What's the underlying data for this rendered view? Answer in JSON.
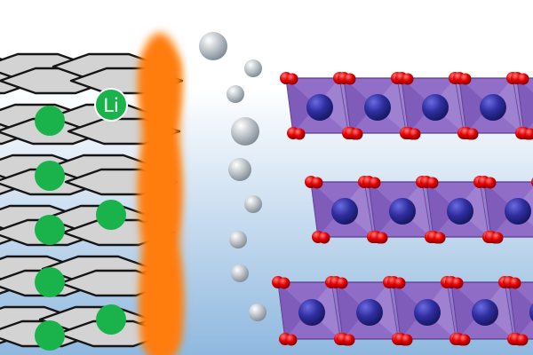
{
  "diagram": {
    "lithium_label": "Li",
    "colors": {
      "background_top": "#ffffff",
      "background_bottom": "#8fb8df",
      "graphene_fill": "#d3d3d3",
      "graphene_stroke": "#151515",
      "lithium": "#19b24b",
      "interface": "#ff7d0a",
      "electrolyte_ion": "#c4cacf",
      "octahedron_fill": "#8f6bc7",
      "octahedron_edge": "#5a3d90",
      "metal_atom": "#2e2ea0",
      "oxygen_atom": "#e00000"
    },
    "components": [
      "graphite-anode-layers",
      "lithium-ions",
      "interface-layer",
      "electrolyte-ions",
      "layered-oxide-cathode"
    ]
  }
}
